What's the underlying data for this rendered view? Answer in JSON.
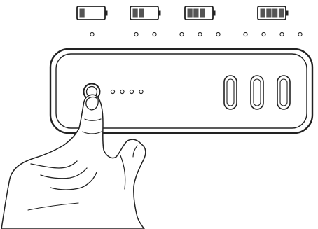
{
  "battery_levels": [
    {
      "level": 1,
      "segments_filled": 1,
      "segments_total": 4,
      "indicator_dots": 1
    },
    {
      "level": 2,
      "segments_filled": 2,
      "segments_total": 4,
      "indicator_dots": 2
    },
    {
      "level": 3,
      "segments_filled": 3,
      "segments_total": 4,
      "indicator_dots": 3
    },
    {
      "level": 4,
      "segments_filled": 4,
      "segments_total": 4,
      "indicator_dots": 4
    }
  ],
  "device": {
    "indicator_led_count": 4,
    "usb_port_count": 3
  },
  "colors": {
    "line": "#222222",
    "battery_fill": "#555555",
    "background": "#ffffff"
  },
  "icons": [
    "power-button-icon",
    "battery-icon",
    "finger-press-icon"
  ]
}
